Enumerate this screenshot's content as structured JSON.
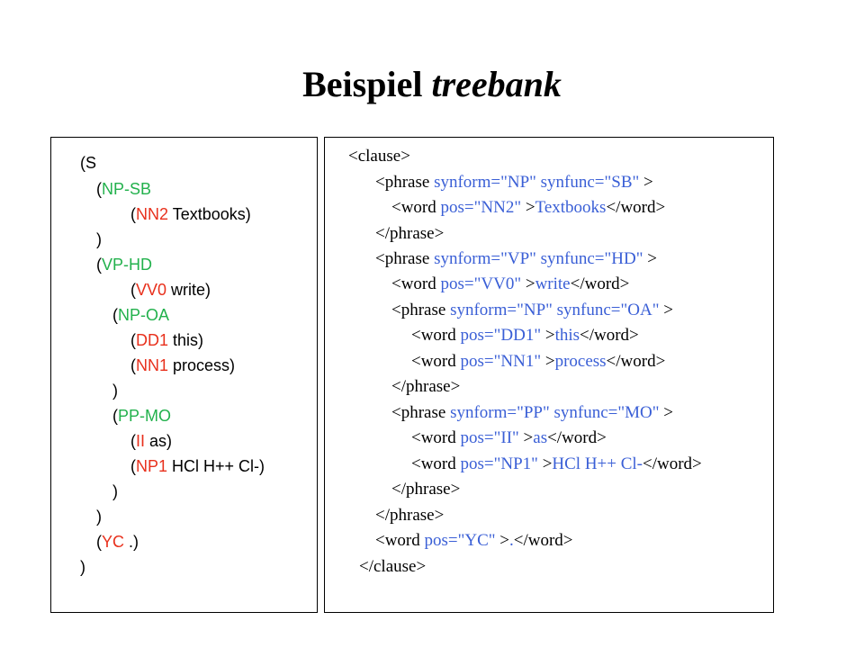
{
  "title": {
    "main": "Beispiel",
    "italic": "treebank"
  },
  "bracket_view": [
    {
      "open": "(",
      "label": "S",
      "text": ""
    },
    {
      "open": "(",
      "label": "NP-SB",
      "text": ""
    },
    {
      "open": "(",
      "label": "NN2",
      "text": " Textbooks)"
    },
    {
      "open": ")",
      "label": "",
      "text": ""
    },
    {
      "open": "(",
      "label": "VP-HD",
      "text": ""
    },
    {
      "open": "(",
      "label": "VV0",
      "text": " write)"
    },
    {
      "open": "(",
      "label": "NP-OA",
      "text": ""
    },
    {
      "open": "(",
      "label": "DD1",
      "text": " this)"
    },
    {
      "open": "(",
      "label": "NN1",
      "text": " process)"
    },
    {
      "open": ")",
      "label": "",
      "text": ""
    },
    {
      "open": "(",
      "label": "PP-MO",
      "text": ""
    },
    {
      "open": "(",
      "label": "II",
      "text": " as)"
    },
    {
      "open": "(",
      "label": "NP1",
      "text": " HCl H++ Cl-)"
    },
    {
      "open": ")",
      "label": "",
      "text": ""
    },
    {
      "open": ")",
      "label": "",
      "text": ""
    },
    {
      "open": "(",
      "label": "YC",
      "text": " .)"
    },
    {
      "open": ")",
      "label": "",
      "text": ""
    }
  ],
  "xml_view": [
    [
      "<clause>"
    ],
    [
      "<phrase ",
      "synform=\"NP\" synfunc=\"SB\"",
      " >"
    ],
    [
      "<word ",
      "pos=\"NN2\"",
      " >",
      "Textbooks",
      "</word>"
    ],
    [
      "</phrase>"
    ],
    [
      "<phrase ",
      "synform=\"VP\" synfunc=\"HD\"",
      " >"
    ],
    [
      "<word ",
      "pos=\"VV0\"",
      " >",
      "write",
      "</word>"
    ],
    [
      "<phrase ",
      "synform=\"NP\" synfunc=\"OA\"",
      " >"
    ],
    [
      "<word ",
      "pos=\"DD1\"",
      " >",
      "this",
      "</word>"
    ],
    [
      "<word ",
      "pos=\"NN1\"",
      " >",
      "process",
      "</word>"
    ],
    [
      "</phrase>"
    ],
    [
      "<phrase ",
      "synform=\"PP\" synfunc=\"MO\"",
      " >"
    ],
    [
      "<word ",
      "pos=\"II\"",
      " >",
      "as",
      "</word>"
    ],
    [
      "<word ",
      "pos=\"NP1\"",
      " >",
      "HCl H++ Cl-",
      "</word>"
    ],
    [
      "</phrase>"
    ],
    [
      "</phrase>"
    ],
    [
      "<word ",
      "pos=\"YC\"",
      " >",
      ".",
      "</word>"
    ],
    [
      "</clause>"
    ]
  ]
}
